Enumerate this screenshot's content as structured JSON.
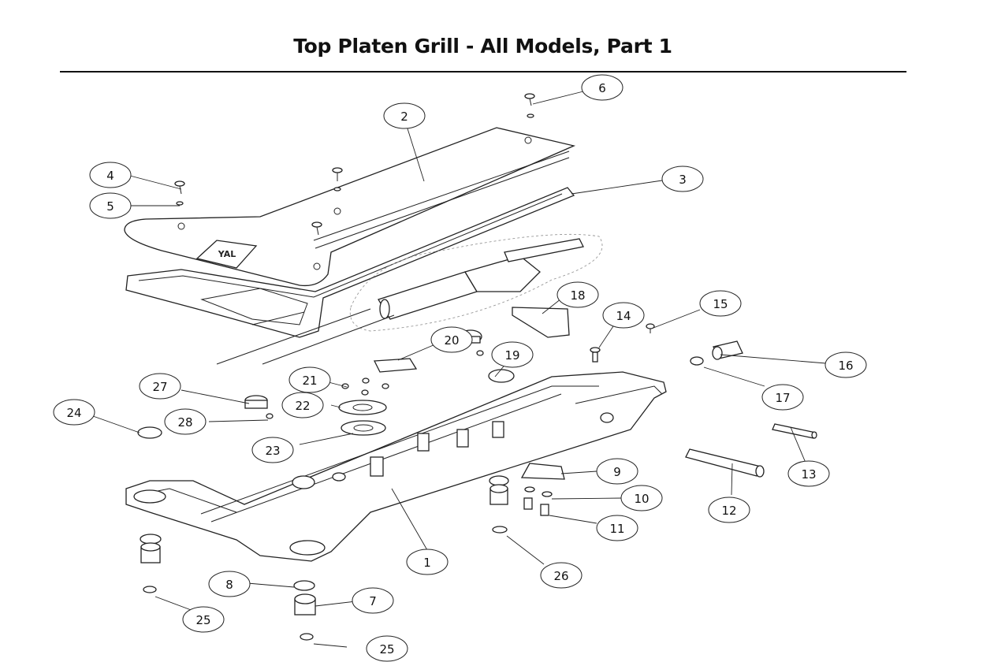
{
  "title": "Top Platen Grill - All Models, Part 1",
  "callouts": [
    "1",
    "2",
    "3",
    "4",
    "5",
    "6",
    "7",
    "8",
    "9",
    "10",
    "11",
    "12",
    "13",
    "14",
    "15",
    "16",
    "17",
    "18",
    "19",
    "20",
    "21",
    "22",
    "23",
    "24",
    "25",
    "25",
    "26",
    "27",
    "28"
  ]
}
